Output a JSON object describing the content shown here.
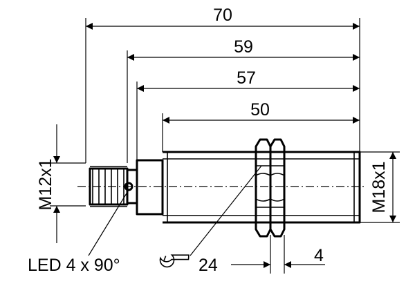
{
  "dimensions": {
    "d70": "70",
    "d59": "59",
    "d57": "57",
    "d50": "50",
    "m12": "M12x1",
    "m18": "M18x1",
    "led": "LED 4 x 90°",
    "wrench": "24",
    "nut": "4"
  },
  "icons": {
    "wrench": "wrench-icon"
  }
}
